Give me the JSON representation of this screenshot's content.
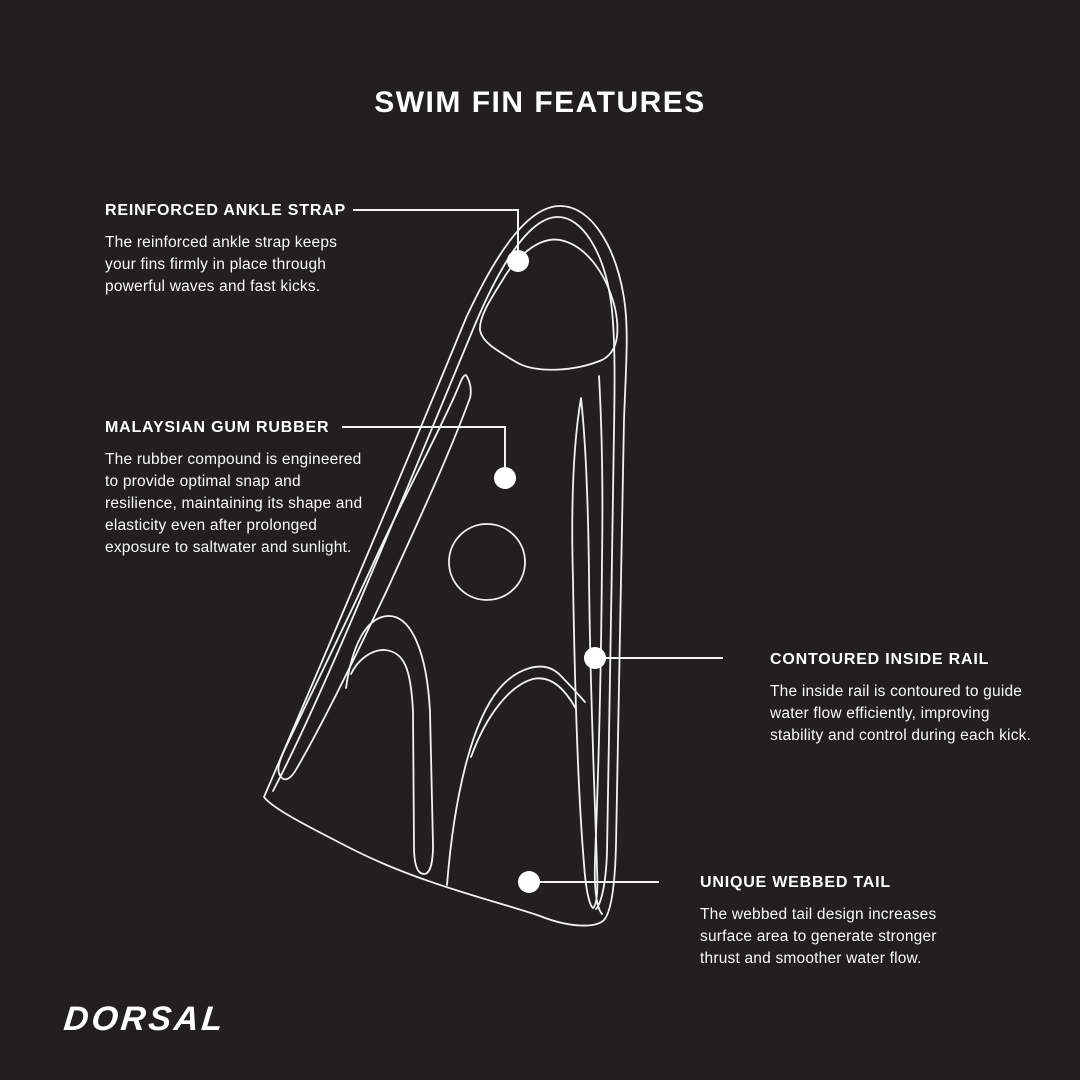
{
  "title": "SWIM FIN FEATURES",
  "brand": {
    "logo_text": "DORSAL"
  },
  "colors": {
    "background": "#221F20",
    "text": "#FFFFFF",
    "line_art": "#F2F2F2",
    "callout_dot": "#FFFFFF"
  },
  "callouts": {
    "ankle_strap": {
      "heading": "REINFORCED ANKLE STRAP",
      "lines": [
        "The reinforced ankle strap keeps",
        "your fins firmly in place through",
        "powerful waves and fast kicks."
      ]
    },
    "gum_rubber": {
      "heading": "MALAYSIAN GUM RUBBER",
      "lines": [
        "The rubber compound is engineered",
        "to provide optimal snap and",
        "resilience, maintaining its shape and",
        "elasticity even after prolonged",
        "exposure to saltwater and sunlight."
      ]
    },
    "inside_rail": {
      "heading": "CONTOURED INSIDE RAIL",
      "lines": [
        "The inside rail is contoured to guide",
        "water flow efficiently, improving",
        "stability and control during each kick."
      ]
    },
    "webbed_tail": {
      "heading": "UNIQUE WEBBED TAIL",
      "lines": [
        "The webbed tail design increases",
        "surface area to generate stronger",
        "thrust and smoother water flow."
      ]
    }
  }
}
